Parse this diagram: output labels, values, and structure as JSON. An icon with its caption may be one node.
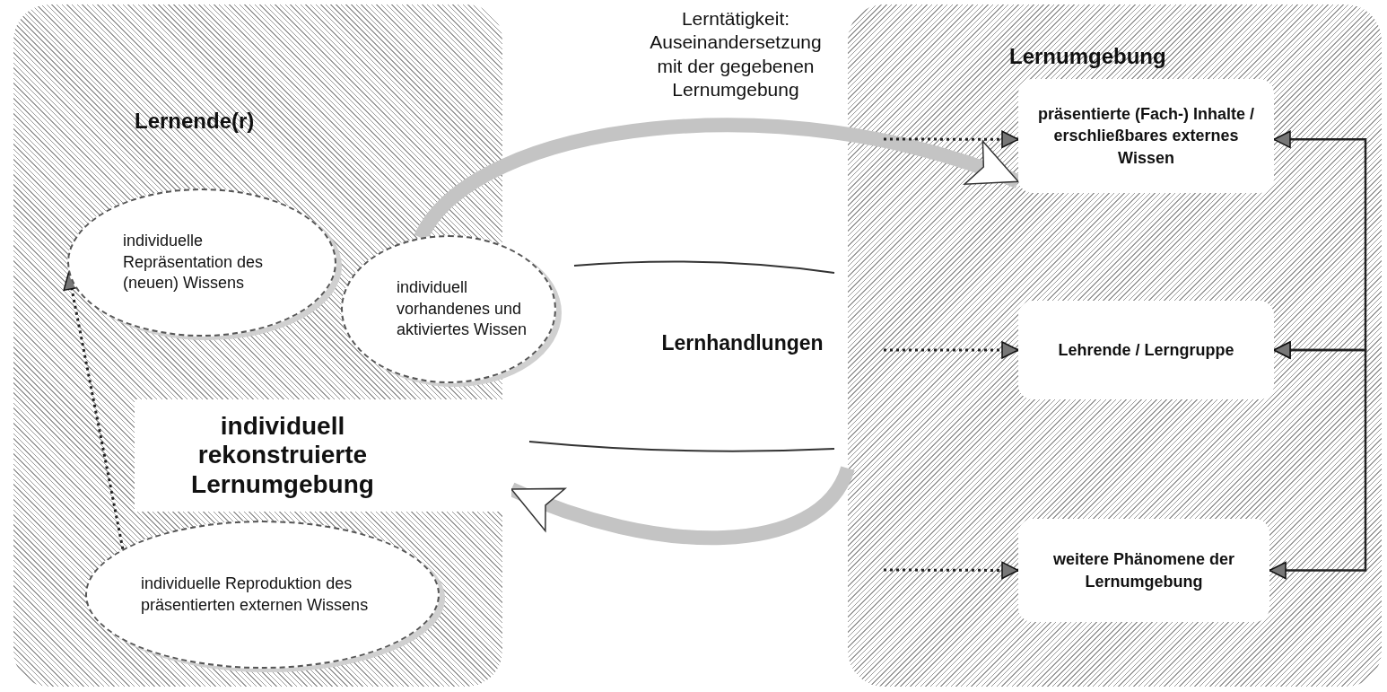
{
  "diagram": {
    "title": "Lerntätigkeit: Auseinandersetzung mit der gegebenen Lernumgebung",
    "nodes": [
      {
        "text": [
          "Lernende(r)"
        ]
      },
      {
        "text": [
          "individuelle Repräsentation des (neuen) Wissens"
        ],
        "in": 0
      },
      {
        "text": [
          "individuell vorhandenes und aktiviertes Wissen"
        ]
      },
      {
        "text": [
          "individuell rekonstruierte Lernumgebung"
        ],
        "in": 0
      },
      {
        "text": [
          "individuelle Reproduktion des präsentierten externen Wissens"
        ],
        "in": 0
      },
      {
        "text": [
          "Lernhandlungen"
        ]
      },
      {
        "text": [
          "Lernumgebung"
        ]
      },
      {
        "text": [
          "präsentierte (Fach-) Inhalte / erschließbares externes Wissen"
        ],
        "in": 6
      },
      {
        "text": [
          "Lehrende / Lerngruppe"
        ],
        "in": 6
      },
      {
        "text": [
          "weitere Phänomene der Lernumgebung"
        ],
        "in": 6
      }
    ],
    "edges": [
      {
        "from": 4,
        "to": 1,
        "arrow": "to",
        "style": "dashed"
      },
      {
        "from": 2,
        "to": 7,
        "arrow": "to",
        "style": "thick",
        "color": "#c4c4c4"
      },
      {
        "from": 6,
        "to": 3,
        "arrow": "to",
        "style": "thick",
        "color": "#c4c4c4"
      },
      {
        "from": null,
        "to": 7,
        "arrow": "to",
        "style": "dashed"
      },
      {
        "from": null,
        "to": 8,
        "arrow": "to",
        "style": "dashed"
      },
      {
        "from": null,
        "to": 9,
        "arrow": "to",
        "style": "dashed"
      },
      {
        "from": 7,
        "to": 8,
        "arrow": "both"
      },
      {
        "from": 8,
        "to": 9,
        "arrow": "both"
      }
    ]
  }
}
